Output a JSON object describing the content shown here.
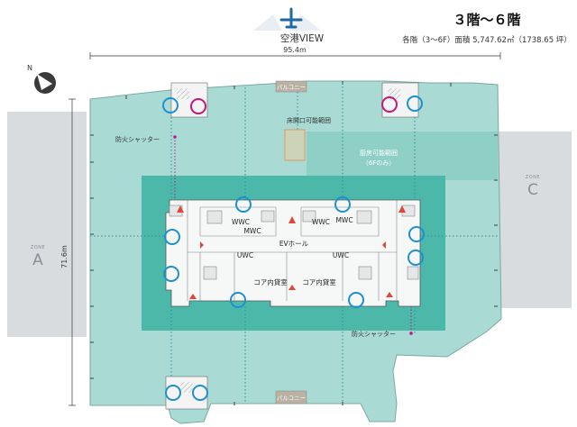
{
  "header": {
    "floor_title": "３階〜６階",
    "area_label": "各階（3～6F）面積 5,747.62㎡（1738.65 坪）",
    "view_label": "空港VIEW"
  },
  "dimensions": {
    "width_label": "95.4m",
    "height_label": "71.6m"
  },
  "compass": {
    "north_label": "N"
  },
  "zones": {
    "a": {
      "small": "ZONE",
      "letter": "A"
    },
    "c": {
      "small": "ZONE",
      "letter": "C"
    }
  },
  "labels": {
    "fire_shutter_left": "防火シャッター",
    "fire_shutter_right": "防火シャッター",
    "floor_opening": "床開口可能範囲",
    "kitchen_line1": "厨房可能範囲",
    "kitchen_line2": "（6Fのみ）",
    "balcony_top": "バルコニー",
    "balcony_bottom": "バルコニー",
    "ev_hall": "EVホール",
    "wwc_left": "WWC",
    "wwc_right": "WWC",
    "mwc_left": "MWC",
    "mwc_right": "MWC",
    "uwc_left": "UWC",
    "uwc_right": "UWC",
    "core_rental_left": "コア内貸室",
    "core_rental_right": "コア内貸室"
  },
  "colors": {
    "floor_fill": "#a9dbd4",
    "core_band": "#4cb8aa",
    "kitchen_area": "#8ecfc6",
    "zone_gray": "#d9dcdf",
    "circle_blue": "#1e8fd0",
    "circle_magenta": "#c2187a"
  }
}
